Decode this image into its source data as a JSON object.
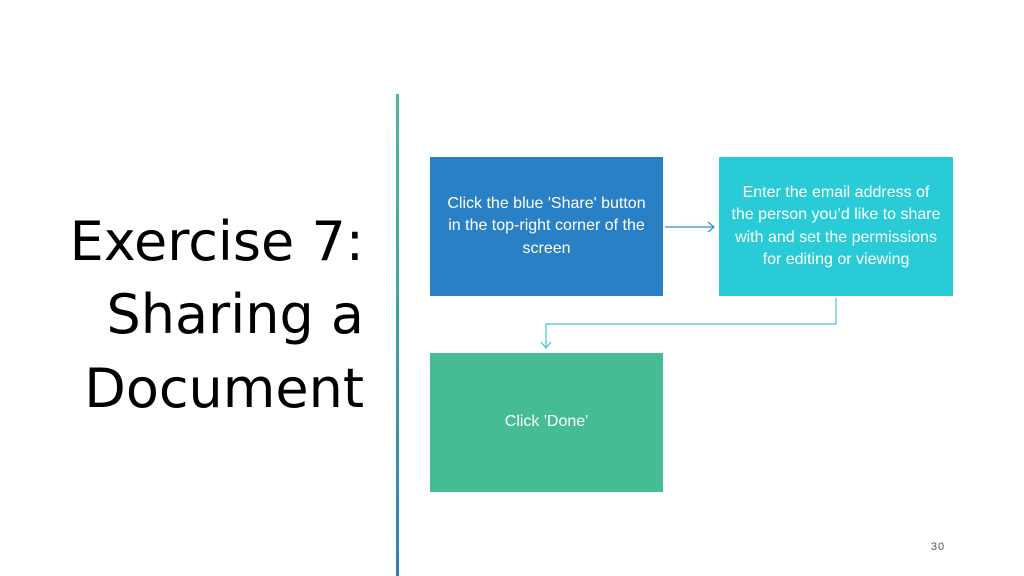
{
  "slide": {
    "title_lines": [
      "Exercise 7:",
      "Sharing a",
      "Document"
    ],
    "page_number": "30"
  },
  "flowchart": {
    "steps": [
      {
        "id": "share",
        "text": "Click the blue 'Share' button in the top-right corner of the screen",
        "color": "#2980c4"
      },
      {
        "id": "email",
        "text": "Enter the email address of the person you’d like to share with and set the permissions for editing or viewing",
        "color": "#29cbd6"
      },
      {
        "id": "done",
        "text": "Click 'Done'",
        "color": "#45bc92"
      }
    ],
    "connector_color": "#2e8fd0",
    "connector_color_alt": "#3fc4d2"
  }
}
